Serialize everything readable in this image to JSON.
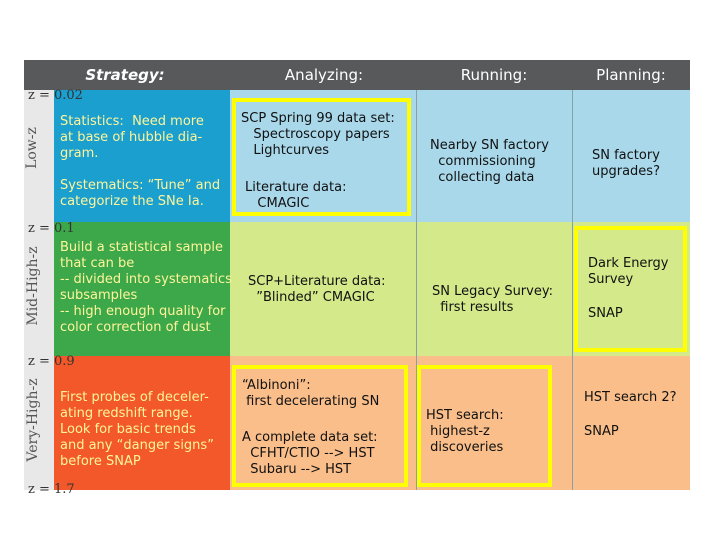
{
  "header": {
    "strategy": "Strategy:",
    "analyzing": "Analyzing:",
    "running": "Running:",
    "planning": "Planning:"
  },
  "z_labels": {
    "z0": "z = 0.02",
    "z1": "z = 0.1",
    "z2": "z = 0.9",
    "z3": "z = 1.7"
  },
  "row_labels": {
    "low": "Low-z",
    "mid": "Mid-High-z",
    "very": "Very-High-z"
  },
  "rows": {
    "low": {
      "strategy": "Statistics:  Need more\nat base of hubble dia-\ngram.\n\nSystematics: “Tune” and\ncategorize the SNe Ia.",
      "analyzing_a": "SCP Spring 99 data set:\n   Spectroscopy papers\n   Lightcurves",
      "analyzing_b": "Literature data:\n   CMAGIC",
      "running": "Nearby SN factory\n  commissioning\n  collecting data",
      "planning": "SN factory\nupgrades?"
    },
    "mid": {
      "strategy": "Build a statistical sample\nthat can be\n-- divided into systematics\nsubsamples\n-- high enough quality for\ncolor correction of dust",
      "analyzing": "SCP+Literature data:\n  ”Blinded” CMAGIC",
      "running": "SN Legacy Survey:\n  first results",
      "planning_a": "Dark Energy\nSurvey",
      "planning_b": "SNAP"
    },
    "very": {
      "strategy": "First probes of deceler-\nating redshift range.\nLook for basic trends\nand any “danger signs”\nbefore SNAP",
      "analyzing_a": "“Albinoni”:\n first decelerating SN",
      "analyzing_b": "A complete data set:\n  CFHT/CTIO --> HST\n  Subaru --> HST",
      "running": "HST search:\n highest-z\n discoveries",
      "planning_a": "HST search 2?",
      "planning_b": "SNAP"
    }
  },
  "colors": {
    "header": "#58595b",
    "low_strategy": "#1a9fcf",
    "low_cells": "#a8d8ea",
    "mid_strategy": "#3ca84a",
    "mid_cells": "#d4e98a",
    "very_strategy": "#f2582a",
    "very_cells": "#f9be8a",
    "highlight": "#ffff00"
  }
}
